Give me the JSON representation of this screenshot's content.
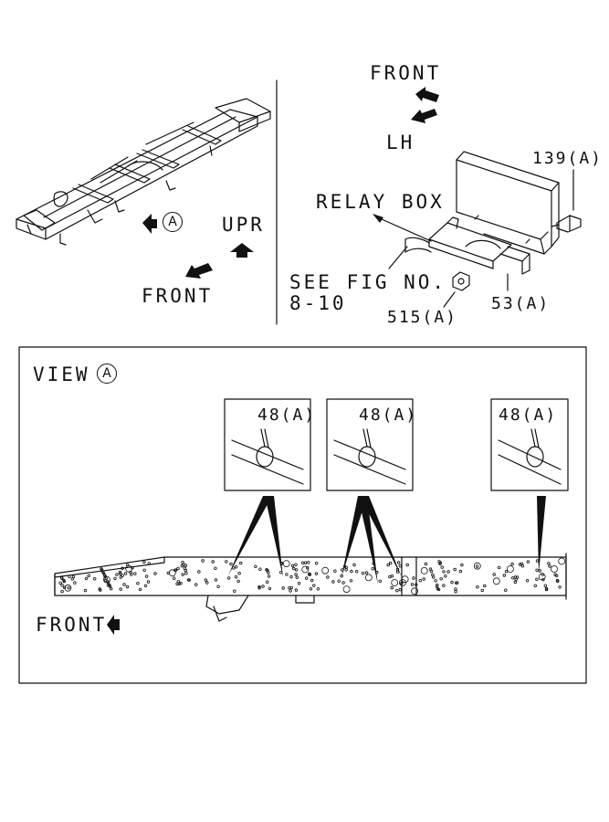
{
  "top_left": {
    "view_marker": "A",
    "upr_label": "UPR",
    "front_label": "FRONT"
  },
  "top_right": {
    "front_label": "FRONT",
    "lh_label": "LH",
    "relay_box_label": "RELAY BOX",
    "see_fig_line1": "SEE FIG NO.",
    "see_fig_line2": "8-10",
    "callouts": [
      "139(A)",
      "515(A)",
      "53(A)"
    ]
  },
  "view_panel": {
    "title": "VIEW",
    "marker": "A",
    "front_label": "FRONT",
    "insets": [
      {
        "label": "48(A)"
      },
      {
        "label": "48(A)"
      },
      {
        "label": "48(A)"
      }
    ]
  }
}
